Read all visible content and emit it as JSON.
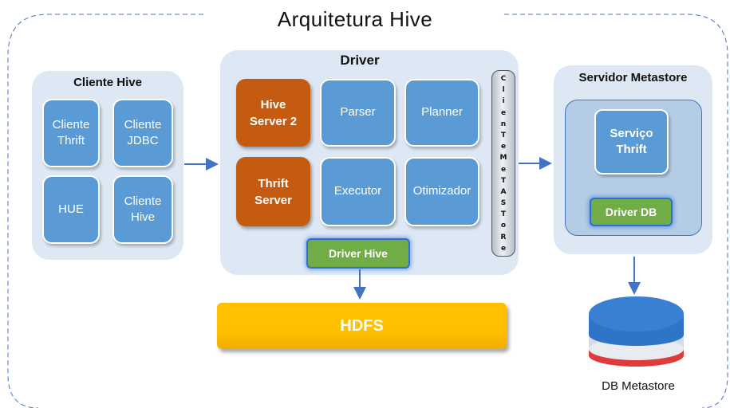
{
  "title": "Arquitetura Hive",
  "cliente_hive": {
    "title": "Cliente Hive",
    "items": [
      "Cliente Thrift",
      "Cliente JDBC",
      "HUE",
      "Cliente Hive"
    ]
  },
  "driver": {
    "title": "Driver",
    "hive_server": "Hive Server 2",
    "parser": "Parser",
    "planner": "Planner",
    "thrift_server": "Thrift Server",
    "executor": "Executor",
    "otimizador": "Otimizador",
    "driver_hive": "Driver Hive",
    "cliente_metastore_letters": [
      "C",
      "l",
      "i",
      "e",
      "n",
      "T",
      "e",
      "M",
      "e",
      "T",
      "A",
      "S",
      "T",
      "o",
      "R",
      "e"
    ]
  },
  "hdfs": "HDFS",
  "servidor_metastore": {
    "title": "Servidor Metastore",
    "servico": "Serviço Thrift",
    "driver_db": "Driver DB"
  },
  "db_metastore": "DB Metastore",
  "colors": {
    "tile_blue": "#5b9bd5",
    "orange": "#c55a11",
    "green": "#70ad47",
    "hdfs_yellow": "#ffc000",
    "panel": "#dde8f4",
    "arrow": "#4472c4",
    "db_blue": "#2e75c8",
    "db_red": "#e03b3b"
  }
}
